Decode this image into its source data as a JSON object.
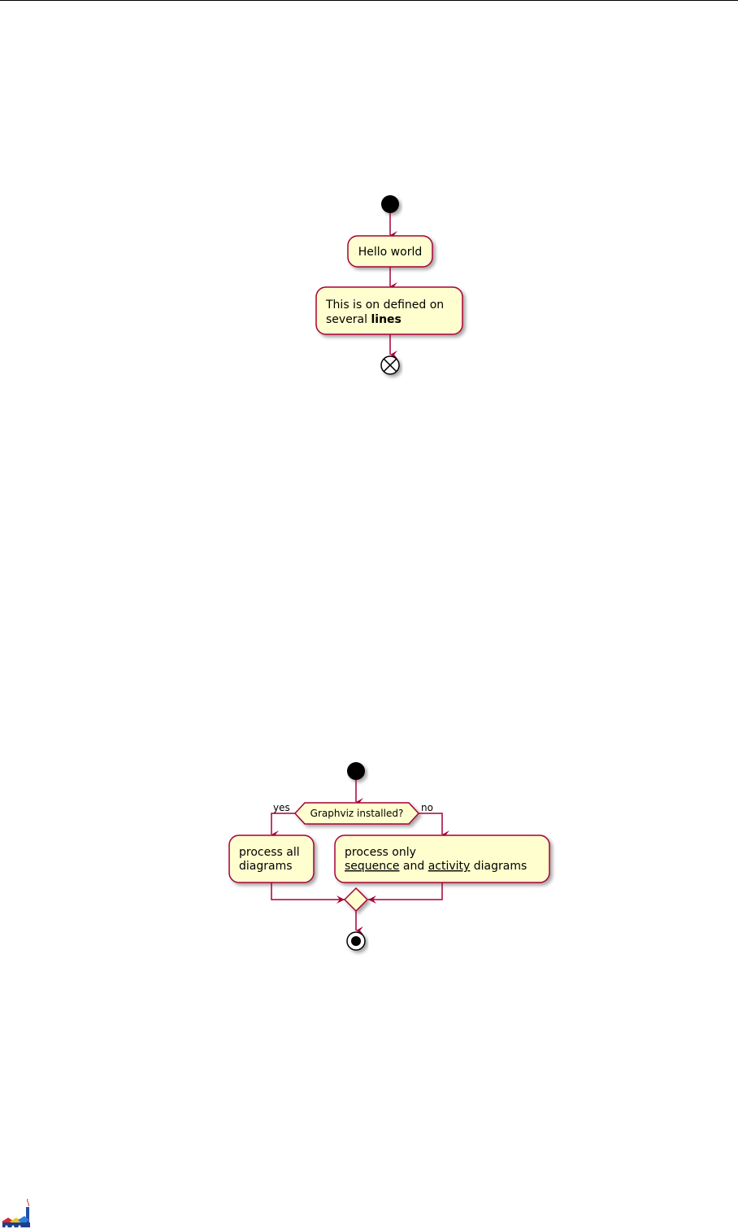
{
  "diagram1": {
    "hello": "Hello world",
    "multi_line1": "This is on defined on",
    "multi_line2_prefix": "several ",
    "multi_line2_bold": "lines"
  },
  "diagram2": {
    "condition": "Graphviz installed?",
    "yes_label": "yes",
    "no_label": "no",
    "yes_action_line1": "process all",
    "yes_action_line2": "diagrams",
    "no_action_line1": "process only",
    "no_action_seq": "sequence",
    "no_action_and": " and ",
    "no_action_act": "activity",
    "no_action_tail": " diagrams"
  },
  "colors": {
    "activity_fill": "#FEFECE",
    "border": "#A80036",
    "arrow": "#A80036",
    "node_black": "#000000"
  },
  "footer": {
    "logo_icon": "logo-icon"
  }
}
